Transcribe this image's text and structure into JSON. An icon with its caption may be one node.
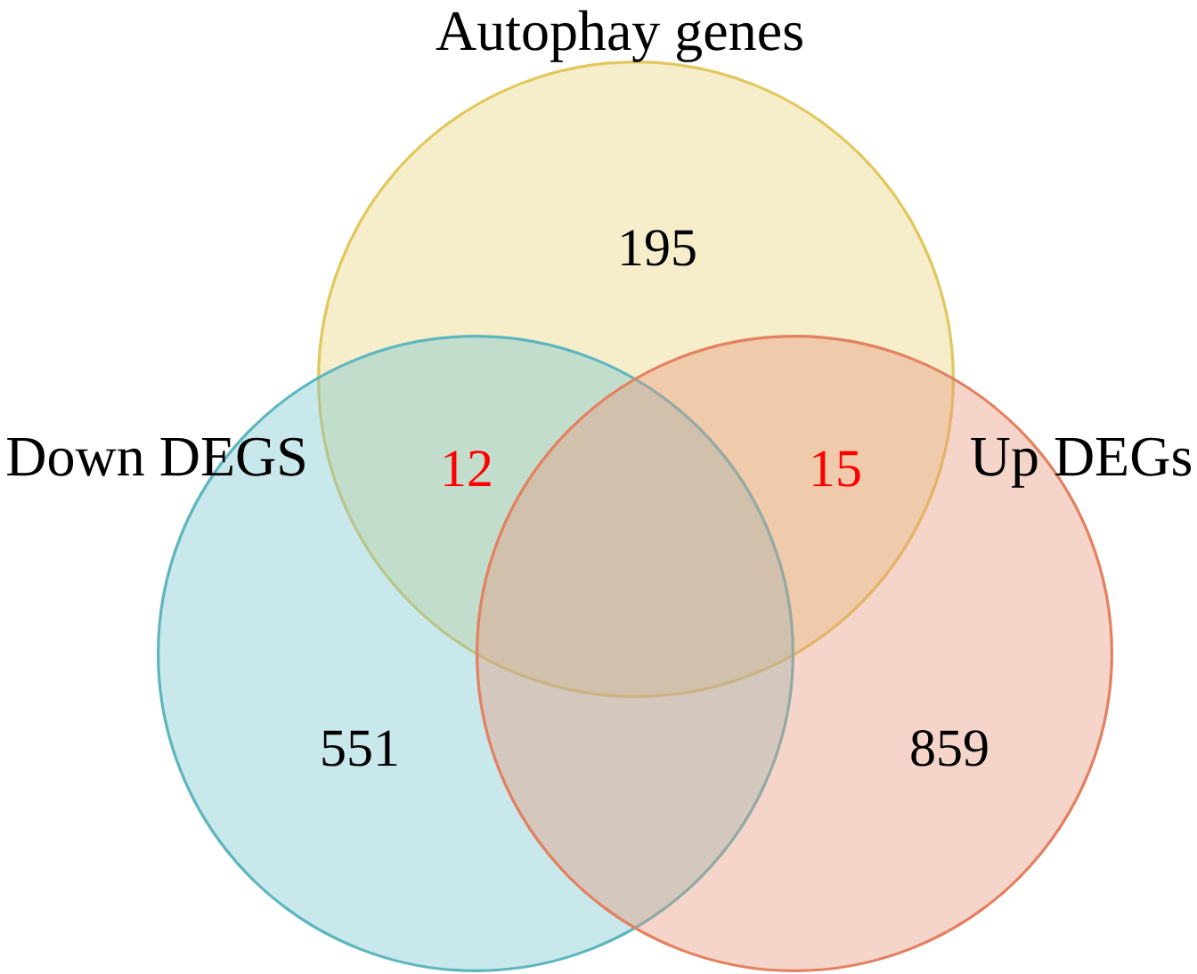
{
  "diagram": {
    "nodes": [
      {
        "text": [
          "Autophay genes",
          "195"
        ]
      },
      {
        "text": [
          "Down DEGS",
          "551"
        ]
      },
      {
        "text": [
          "Up DEGs",
          "859"
        ]
      }
    ],
    "labels": [
      "12",
      "15"
    ]
  }
}
